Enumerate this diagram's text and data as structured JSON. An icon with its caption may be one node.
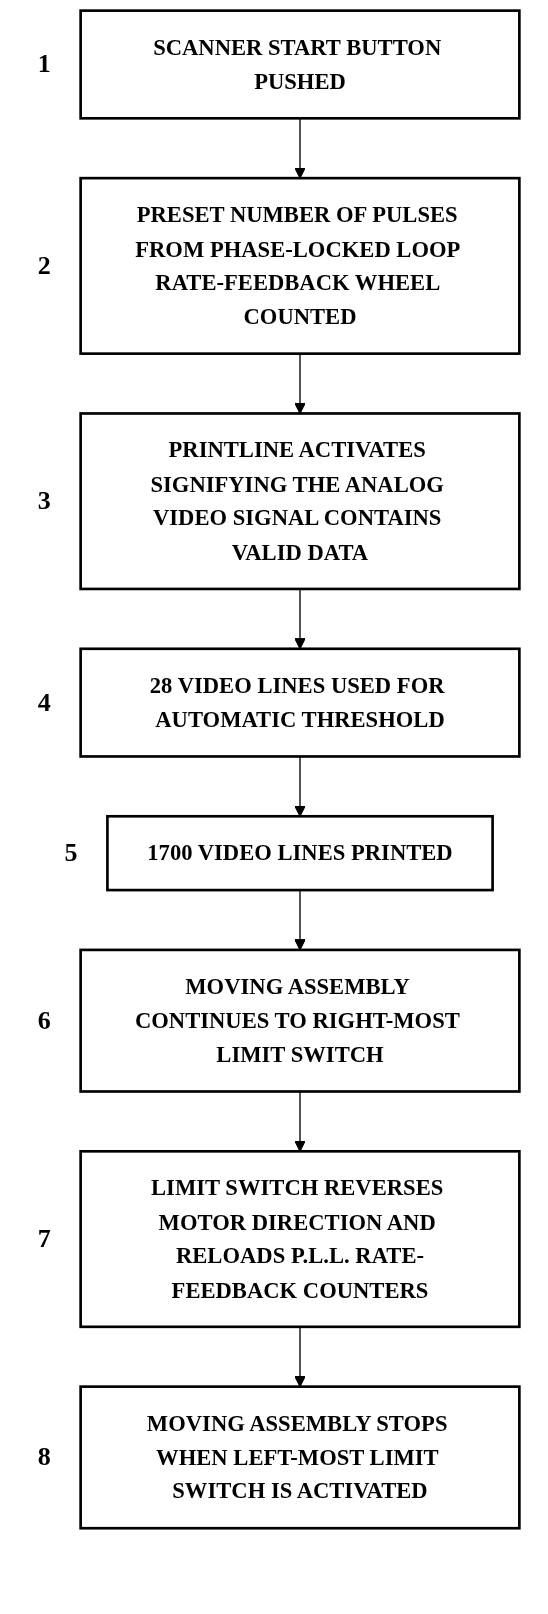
{
  "diagram": {
    "nodes": [
      {
        "text": [
          "SCANNER START BUTTON PUSHED"
        ],
        "beside": [
          "1"
        ]
      },
      {
        "text": [
          "PRESET NUMBER OF PULSES FROM PHASE-LOCKED LOOP RATE-FEEDBACK WHEEL COUNTED"
        ],
        "beside": [
          "2"
        ]
      },
      {
        "text": [
          "PRINTLINE ACTIVATES SIGNIFYING THE ANALOG VIDEO SIGNAL CONTAINS VALID DATA"
        ],
        "beside": [
          "3"
        ]
      },
      {
        "text": [
          "28 VIDEO LINES USED FOR AUTOMATIC THRESHOLD"
        ],
        "beside": [
          "4"
        ]
      },
      {
        "text": [
          "1700 VIDEO LINES PRINTED"
        ],
        "beside": [
          "5"
        ]
      },
      {
        "text": [
          "MOVING ASSEMBLY CONTINUES TO RIGHT-MOST LIMIT SWITCH"
        ],
        "beside": [
          "6"
        ]
      },
      {
        "text": [
          "LIMIT SWITCH REVERSES MOTOR DIRECTION AND RELOADS P.L.L. RATE-FEEDBACK COUNTERS"
        ],
        "beside": [
          "7"
        ]
      },
      {
        "text": [
          "MOVING ASSEMBLY STOPS WHEN LEFT-MOST LIMIT SWITCH IS ACTIVATED"
        ],
        "beside": [
          "8"
        ]
      }
    ],
    "edges": [
      {
        "from": 0,
        "to": 1,
        "arrow": "to"
      },
      {
        "from": 1,
        "to": 2,
        "arrow": "to"
      },
      {
        "from": 2,
        "to": 3,
        "arrow": "to"
      },
      {
        "from": 3,
        "to": 4,
        "arrow": "to"
      },
      {
        "from": 4,
        "to": 5,
        "arrow": "to"
      },
      {
        "from": 5,
        "to": 6,
        "arrow": "to"
      },
      {
        "from": 6,
        "to": 7,
        "arrow": "to"
      }
    ]
  }
}
